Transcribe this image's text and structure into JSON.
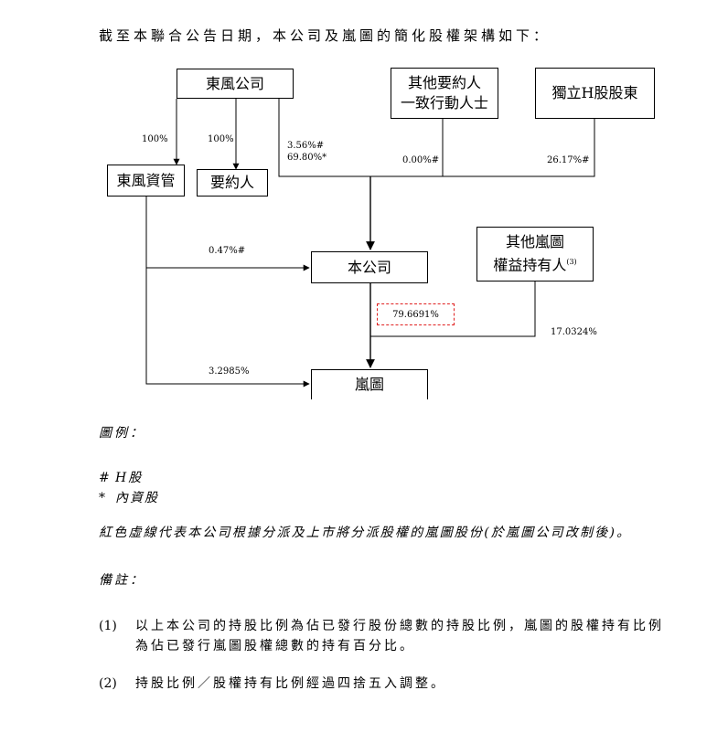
{
  "heading": "截至本聯合公告日期，本公司及嵐圖的簡化股權架構如下：",
  "diagram": {
    "entities": {
      "dongfeng": "東風公司",
      "other_parties_line1": "其他要約人",
      "other_parties_line2": "一致行動人士",
      "independent_h": "獨立H股股東",
      "dongfeng_asset": "東風資管",
      "offeror": "要約人",
      "company": "本公司",
      "other_voyah_line1": "其他嵐圖",
      "other_voyah_line2": "權益持有人",
      "other_voyah_note": "(3)",
      "voyah": "嵐圖"
    },
    "percentages": {
      "df_to_asset": "100%",
      "df_to_offeror": "100%",
      "df_to_company_h": "3.56%#",
      "df_to_company_domestic": "69.80%*",
      "others_to_company": "0.00%#",
      "independent_to_company": "26.17%#",
      "asset_to_company": "0.47%#",
      "company_to_voyah": "79.6691%",
      "other_voyah_to_voyah": "17.0324%",
      "asset_to_voyah": "3.2985%"
    }
  },
  "legend": {
    "title": "圖例：",
    "items": [
      {
        "symbol": "#",
        "text": "H股"
      },
      {
        "symbol": "*",
        "text": "內資股"
      }
    ],
    "red_line_note": "紅色虛線代表本公司根據分派及上市將分派股權的嵐圖股份(於嵐圖公司改制後)。"
  },
  "notes": {
    "title": "備註：",
    "items": [
      {
        "num": "(1)",
        "text": "以上本公司的持股比例為佔已發行股份總數的持股比例，嵐圖的股權持有比例為佔已發行嵐圖股權總數的持有百分比。"
      },
      {
        "num": "(2)",
        "text": "持股比例／股權持有比例經過四捨五入調整。"
      }
    ]
  },
  "colors": {
    "line": "#000000",
    "dashed_box": "#e02020"
  }
}
